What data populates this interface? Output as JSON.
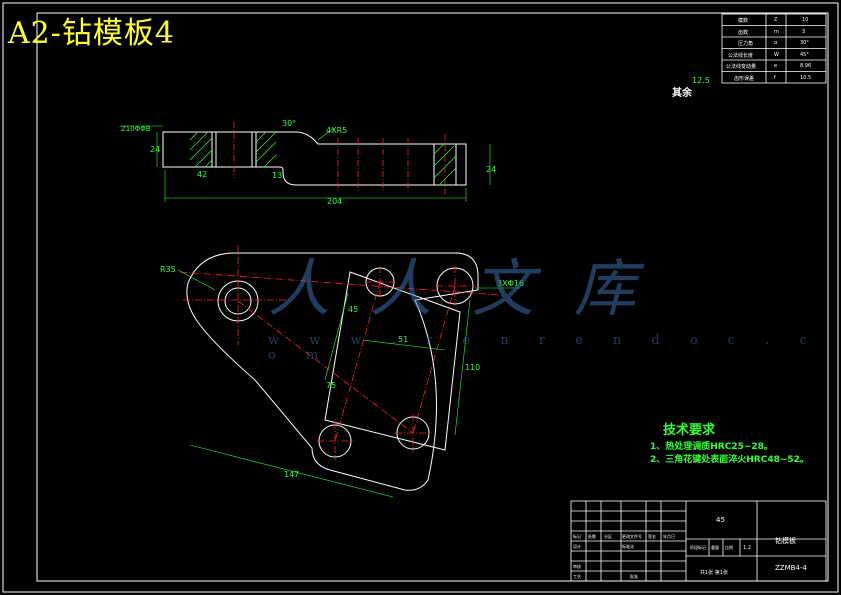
{
  "title": "A2-钻模板4",
  "watermark": {
    "cn": "人人文库",
    "url": "w w w . r e n r e n d o c . c o m"
  },
  "roughness_note": {
    "label": "其余",
    "value": "12.5"
  },
  "tech_requirements": {
    "heading": "技术要求",
    "items": [
      "1、热处理调质HRC25~28。",
      "2、三角花键处表面淬火HRC48~52。"
    ]
  },
  "dimensions": {
    "total_length": "204",
    "thickness": "24",
    "holes": "4XR5",
    "dim_42": "42",
    "dim_13": "13",
    "bolt_holes": "3XΦ16",
    "radius": "R35",
    "dim_147": "147",
    "dim_110": "110",
    "dim_45": "45",
    "dim_75": "75",
    "dim_51": "51",
    "angle": "30°",
    "datum": "Z10ΦΦB"
  },
  "params_table": [
    {
      "name": "模数",
      "sym": "Z",
      "val": "10"
    },
    {
      "name": "齿数",
      "sym": "m",
      "val": "3"
    },
    {
      "name": "压力角",
      "sym": "α",
      "val": "30°"
    },
    {
      "name": "公法线长度",
      "sym": "W",
      "val": "45°"
    },
    {
      "name": "公法线变动量",
      "sym": "e",
      "val": "8.96"
    },
    {
      "name": "齿形误差",
      "sym": "f",
      "val": "10.5"
    }
  ],
  "title_block": {
    "part_name": "钻模板",
    "drawing_no": "ZZMB4-4",
    "material": "45",
    "scale": "1:2",
    "sheet": "共1张  第1张",
    "labels": [
      "标记",
      "处数",
      "分区",
      "更改文件号",
      "签名",
      "年月日",
      "设计",
      "标准化",
      "阶段标记",
      "重量",
      "比例",
      "审核",
      "工艺",
      "批准"
    ]
  },
  "colors": {
    "line": "#ffffff",
    "dim": "#33ff33",
    "center": "#ff2222",
    "title": "#ffff33"
  }
}
